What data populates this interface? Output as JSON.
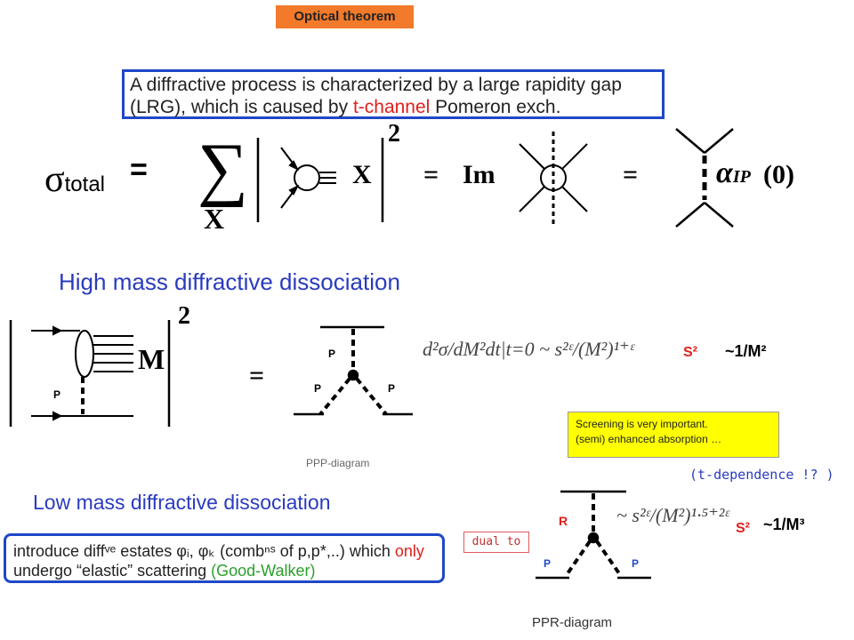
{
  "title": "Optical theorem",
  "intro": {
    "part1": "A diffractive process is characterized by a large rapidity gap (LRG), which is caused by ",
    "highlight": "t-channel",
    "part2": " Pomeron exch."
  },
  "equation": {
    "sigma": "σ",
    "sub": "total",
    "equals": "=",
    "sum": "∑",
    "sum_index": "X",
    "final_state": "X",
    "exponent": "2",
    "im": "Im",
    "alpha": "α",
    "pomeron": "IP",
    "zero": "(0)"
  },
  "high_mass": {
    "heading": "High mass diffractive dissociation",
    "m_label": "M",
    "exponent": "2",
    "equals": "=",
    "p_left": "P",
    "p_top": "P",
    "p_mid_left": "P",
    "p_mid_right": "P",
    "caption": "PPP-diagram",
    "formula": "d²σ/dM²dt|t=0  ~  s²ᵋ/(M²)¹⁺ᵋ",
    "s2": "S²",
    "scaling": "~1/M²"
  },
  "screening_note": {
    "line1": "Screening is very important.",
    "line2": "(semi) enhanced absorption …"
  },
  "t_dependence": "(t-dependence !? )",
  "low_mass": {
    "heading": "Low  mass diffractive dissociation",
    "gw_part1": "introduce diffᵛᵉ estates φᵢ, φₖ (combⁿˢ of p,p*,..) which ",
    "gw_only": "only",
    "gw_part2": " undergo “elastic” scattering ",
    "gw_model": "(Good-Walker)",
    "dual": "dual to",
    "r_label": "R",
    "p_left": "P",
    "p_right": "P",
    "caption": "PPR-diagram",
    "formula": "~  s²ᵋ/(M²)¹·⁵⁺²ᵋ",
    "s2": "S²",
    "scaling": "~1/M³"
  }
}
